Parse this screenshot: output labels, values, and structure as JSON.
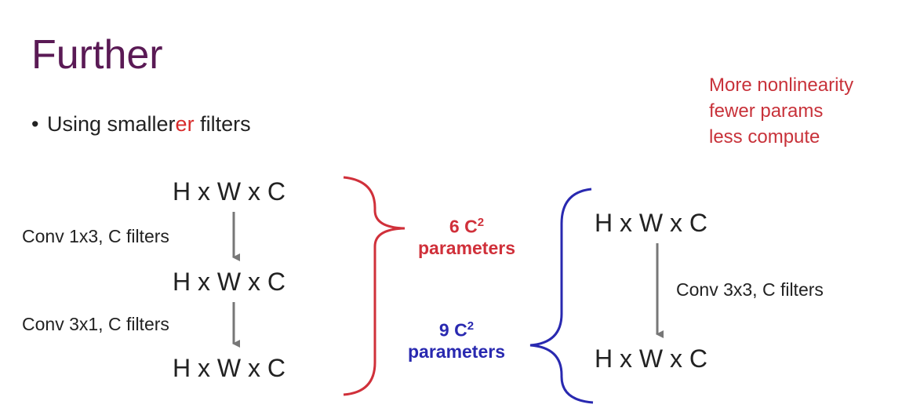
{
  "slide": {
    "title": "Further",
    "bullet": {
      "prefix": "Using smaller",
      "highlight": "er",
      "suffix": " filters"
    },
    "note": [
      "More nonlinearity",
      "fewer params",
      "less compute"
    ],
    "left_stack": {
      "dims": [
        "H x W x C",
        "H x W x C",
        "H x W x C"
      ],
      "convs": [
        "Conv 1x3, C filters",
        "Conv 3x1, C filters"
      ]
    },
    "right_stack": {
      "dims": [
        "H x W x C",
        "H x W x C"
      ],
      "conv": "Conv 3x3, C filters"
    },
    "params_red": {
      "value": "6 C",
      "sup": "2",
      "label": "parameters"
    },
    "params_blue": {
      "value": "9 C",
      "sup": "2",
      "label": "parameters"
    },
    "colors": {
      "title": "#5a1a55",
      "red": "#d0303a",
      "blue": "#2929b0",
      "arrow": "#777777"
    }
  }
}
